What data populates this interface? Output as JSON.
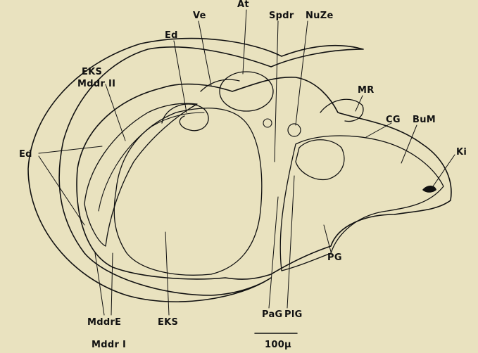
{
  "figure": {
    "background_color": "#e9e2bf",
    "ink_color": "#111111",
    "labels": {
      "ve": "Ve",
      "at": "At",
      "spdr": "Spdr",
      "nuze": "NuZe",
      "ed_top": "Ed",
      "eks_top": "EKS",
      "mddr_ii": "Mddr II",
      "mr": "MR",
      "cg": "CG",
      "bum": "BuM",
      "ki": "Ki",
      "ed_left": "Ed",
      "pg": "PG",
      "pag": "PaG",
      "plg": "PlG",
      "mddr_e": "MddrE",
      "eks_bottom": "EKS",
      "mddr_i": "Mddr I",
      "scale_bar": "100µ"
    }
  }
}
